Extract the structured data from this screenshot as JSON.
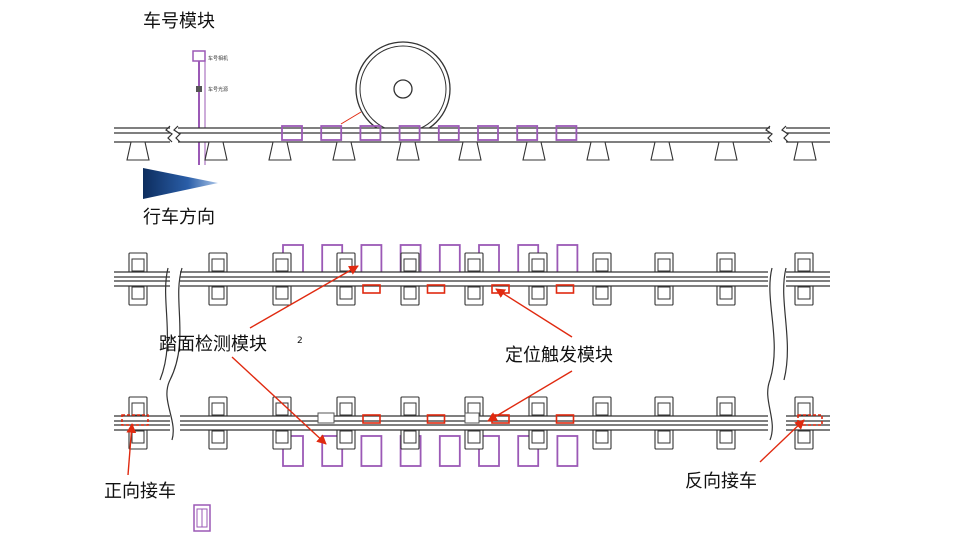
{
  "labels": {
    "car_number_module": "车号模块",
    "driving_direction": "行车方向",
    "tread_detection_module": "踏面检测模块",
    "positioning_trigger_module": "定位触发模块",
    "forward_receive": "正向接车",
    "reverse_receive": "反向接车",
    "note_marker": "2",
    "pole_tag_top": "车号相机",
    "pole_tag_bottom": "车号光源"
  },
  "colors": {
    "sensor": "#9b59b6",
    "trigger": "#e02a10",
    "arrow": "#e02a10",
    "direction_arrow": "#1d4e89",
    "line": "#333333"
  },
  "counts": {
    "top_sensors": 8,
    "plan_sensors_per_rail": 8,
    "trigger_modules_per_rail": 4
  }
}
